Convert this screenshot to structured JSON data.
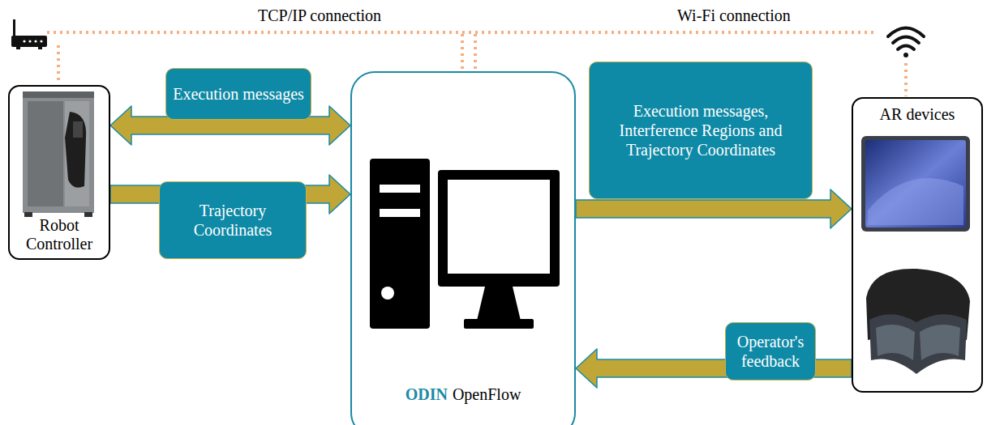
{
  "diagram": {
    "nodes": [
      {
        "text": [
          "Robot Controller"
        ]
      },
      {
        "text": [
          "ODIN",
          "OpenFlow"
        ]
      },
      {
        "text": [
          "AR devices"
        ]
      }
    ],
    "edges": [
      {
        "from": 0,
        "to": 1,
        "arrow": "both",
        "label": "Execution messages"
      },
      {
        "from": 0,
        "to": 1,
        "arrow": "to",
        "label": "Trajectory Coordinates"
      },
      {
        "from": 1,
        "to": 2,
        "arrow": "to",
        "label": "Execution messages, Interference Regions and Trajectory Coordinates"
      },
      {
        "from": 2,
        "to": 1,
        "arrow": "to",
        "label": "Operator's feedback"
      }
    ],
    "labels": [
      "TCP/IP connection",
      "Wi-Fi connection"
    ]
  }
}
